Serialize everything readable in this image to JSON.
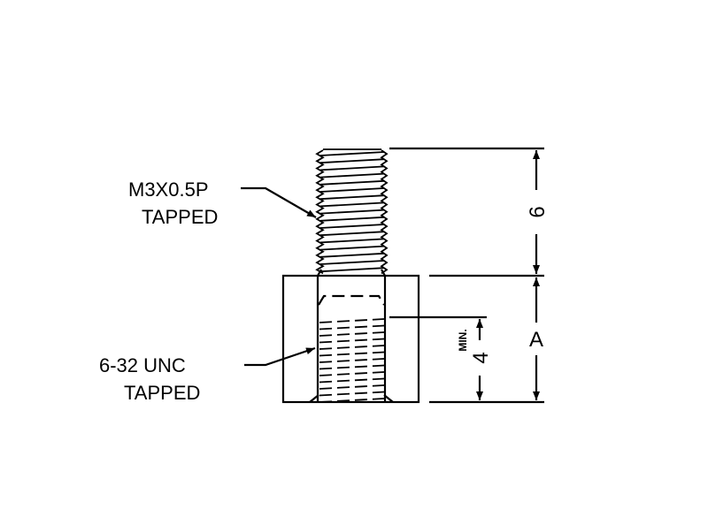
{
  "callouts": {
    "upper": {
      "line1": "M3X0.5P",
      "line2": "TAPPED"
    },
    "lower": {
      "line1": "6-32 UNC",
      "line2": "TAPPED"
    }
  },
  "dimensions": {
    "stud_length": "6",
    "body_length": "A",
    "thread_depth": "4",
    "thread_depth_note": "MIN."
  },
  "colors": {
    "line": "#000000",
    "background": "#ffffff"
  }
}
